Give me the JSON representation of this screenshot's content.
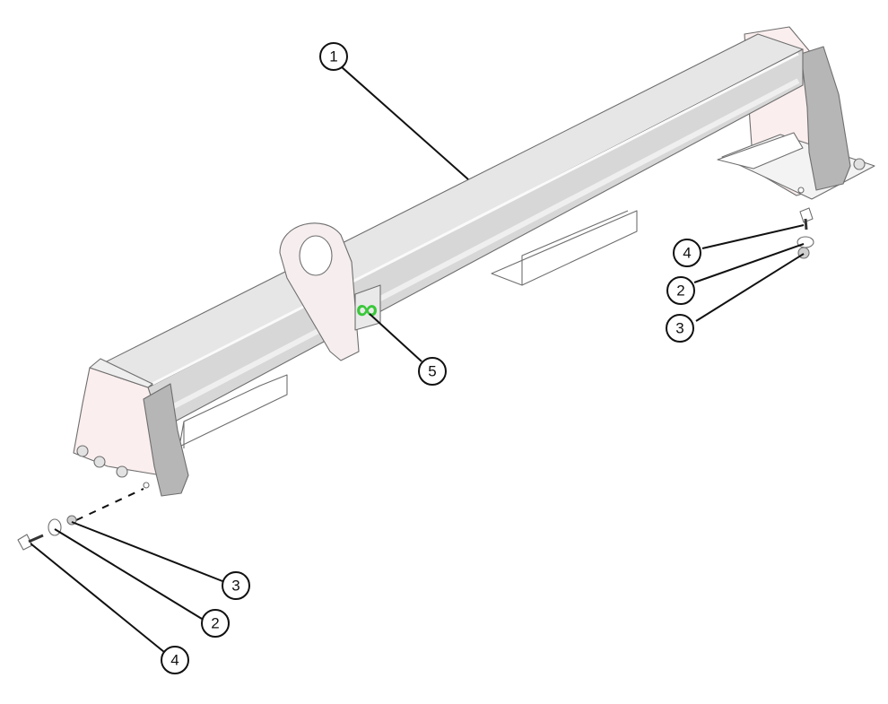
{
  "callouts": [
    {
      "id": "c1",
      "label": "1"
    },
    {
      "id": "c5",
      "label": "5"
    },
    {
      "id": "c4r",
      "label": "4"
    },
    {
      "id": "c2r",
      "label": "2"
    },
    {
      "id": "c3r",
      "label": "3"
    },
    {
      "id": "c3l",
      "label": "3"
    },
    {
      "id": "c2l",
      "label": "2"
    },
    {
      "id": "c4l",
      "label": "4"
    }
  ],
  "colors": {
    "beam_top": "#e6e6e6",
    "beam_side": "#d7d7d7",
    "bracket": "#ffffff",
    "end_plate": "#fbeeee",
    "pad": "#b6b6b6",
    "lug": "#f6eeee",
    "label_green": "#39c83a",
    "line": "#111111"
  }
}
